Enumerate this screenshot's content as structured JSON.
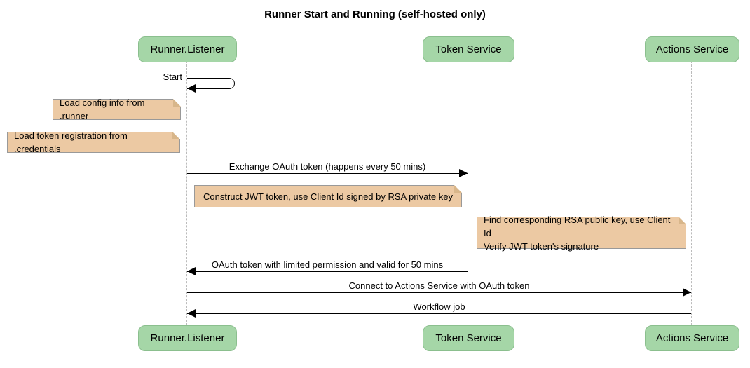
{
  "title": "Runner Start and Running (self-hosted only)",
  "participants": [
    {
      "id": "runner-listener",
      "label": "Runner.Listener"
    },
    {
      "id": "token-service",
      "label": "Token Service"
    },
    {
      "id": "actions-service",
      "label": "Actions Service"
    }
  ],
  "messages": [
    {
      "label": "Start",
      "from": "runner-listener",
      "to": "runner-listener",
      "type": "self"
    },
    {
      "label": "Exchange OAuth token (happens every 50 mins)",
      "from": "runner-listener",
      "to": "token-service",
      "type": "solid-arrow"
    },
    {
      "label": "OAuth token with limited permission and valid for 50 mins",
      "from": "token-service",
      "to": "runner-listener",
      "type": "solid-arrow"
    },
    {
      "label": "Connect to Actions Service with OAuth token",
      "from": "runner-listener",
      "to": "actions-service",
      "type": "solid-arrow"
    },
    {
      "label": "Workflow job",
      "from": "actions-service",
      "to": "runner-listener",
      "type": "solid-arrow"
    }
  ],
  "notes": [
    {
      "lines": [
        "Load config info from .runner"
      ],
      "over": "left-of-runner-listener"
    },
    {
      "lines": [
        "Load token registration from .credentials"
      ],
      "over": "left-of-runner-listener"
    },
    {
      "lines": [
        "Construct JWT token, use Client Id signed by RSA private key"
      ],
      "over": "between-runner-and-token-service"
    },
    {
      "lines": [
        "Find corresponding RSA public key, use Client Id",
        "Verify JWT token's signature"
      ],
      "over": "between-token-and-actions-service"
    }
  ],
  "colors": {
    "participant_fill": "#A5D6A7",
    "participant_border": "#8BBF8E",
    "note_fill": "#ECC9A3",
    "note_border": "#999999",
    "note_fold": "#D8B68A",
    "line": "#000000",
    "lifeline": "#BBBBBB",
    "background": "#FFFFFF",
    "text": "#000000"
  }
}
